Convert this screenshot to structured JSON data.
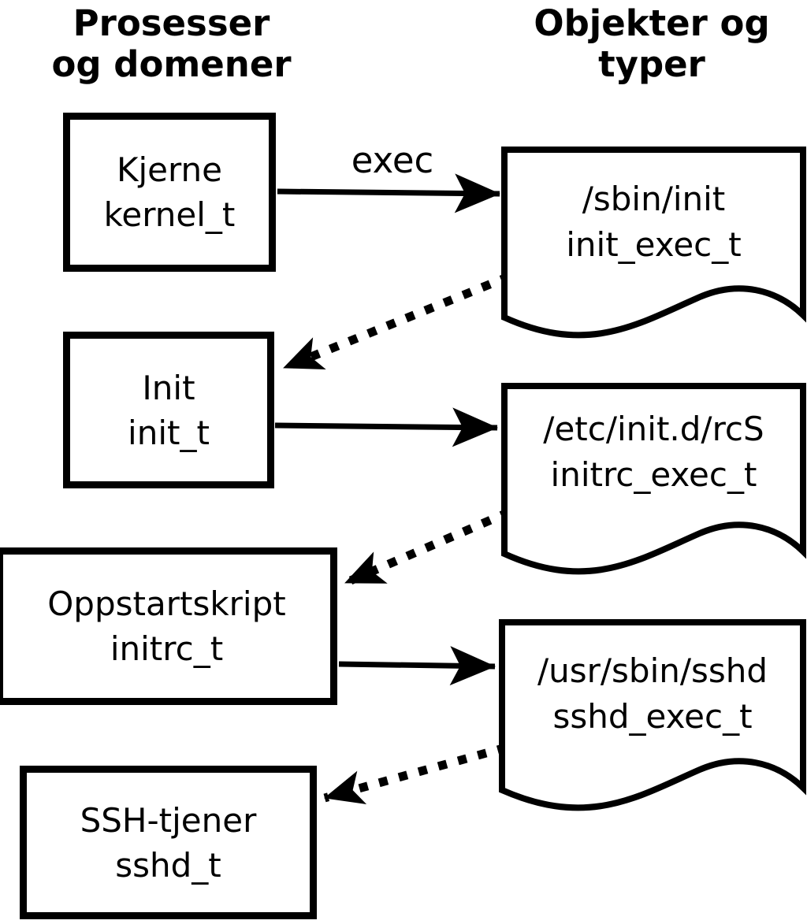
{
  "colors": {
    "stroke": "#000000",
    "background": "#ffffff"
  },
  "headers": {
    "left_line1": "Prosesser",
    "left_line2": "og domener",
    "right_line1": "Objekter og",
    "right_line2": "typer"
  },
  "processes": [
    {
      "name": "Kjerne",
      "type": "kernel_t"
    },
    {
      "name": "Init",
      "type": "init_t"
    },
    {
      "name": "Oppstartskript",
      "type": "initrc_t"
    },
    {
      "name": "SSH-tjener",
      "type": "sshd_t"
    }
  ],
  "objects": [
    {
      "path": "/sbin/init",
      "type": "init_exec_t"
    },
    {
      "path": "/etc/init.d/rcS",
      "type": "initrc_exec_t"
    },
    {
      "path": "/usr/sbin/sshd",
      "type": "sshd_exec_t"
    }
  ],
  "edges": {
    "exec_label": "exec",
    "transitions": [
      {
        "from": "kernel_t",
        "to": "/sbin/init",
        "label": "exec",
        "style": "solid"
      },
      {
        "from": "/sbin/init",
        "to": "init_t",
        "style": "dotted"
      },
      {
        "from": "init_t",
        "to": "/etc/init.d/rcS",
        "style": "solid"
      },
      {
        "from": "/etc/init.d/rcS",
        "to": "initrc_t",
        "style": "dotted"
      },
      {
        "from": "initrc_t",
        "to": "/usr/sbin/sshd",
        "style": "solid"
      },
      {
        "from": "/usr/sbin/sshd",
        "to": "sshd_t",
        "style": "dotted"
      }
    ]
  }
}
